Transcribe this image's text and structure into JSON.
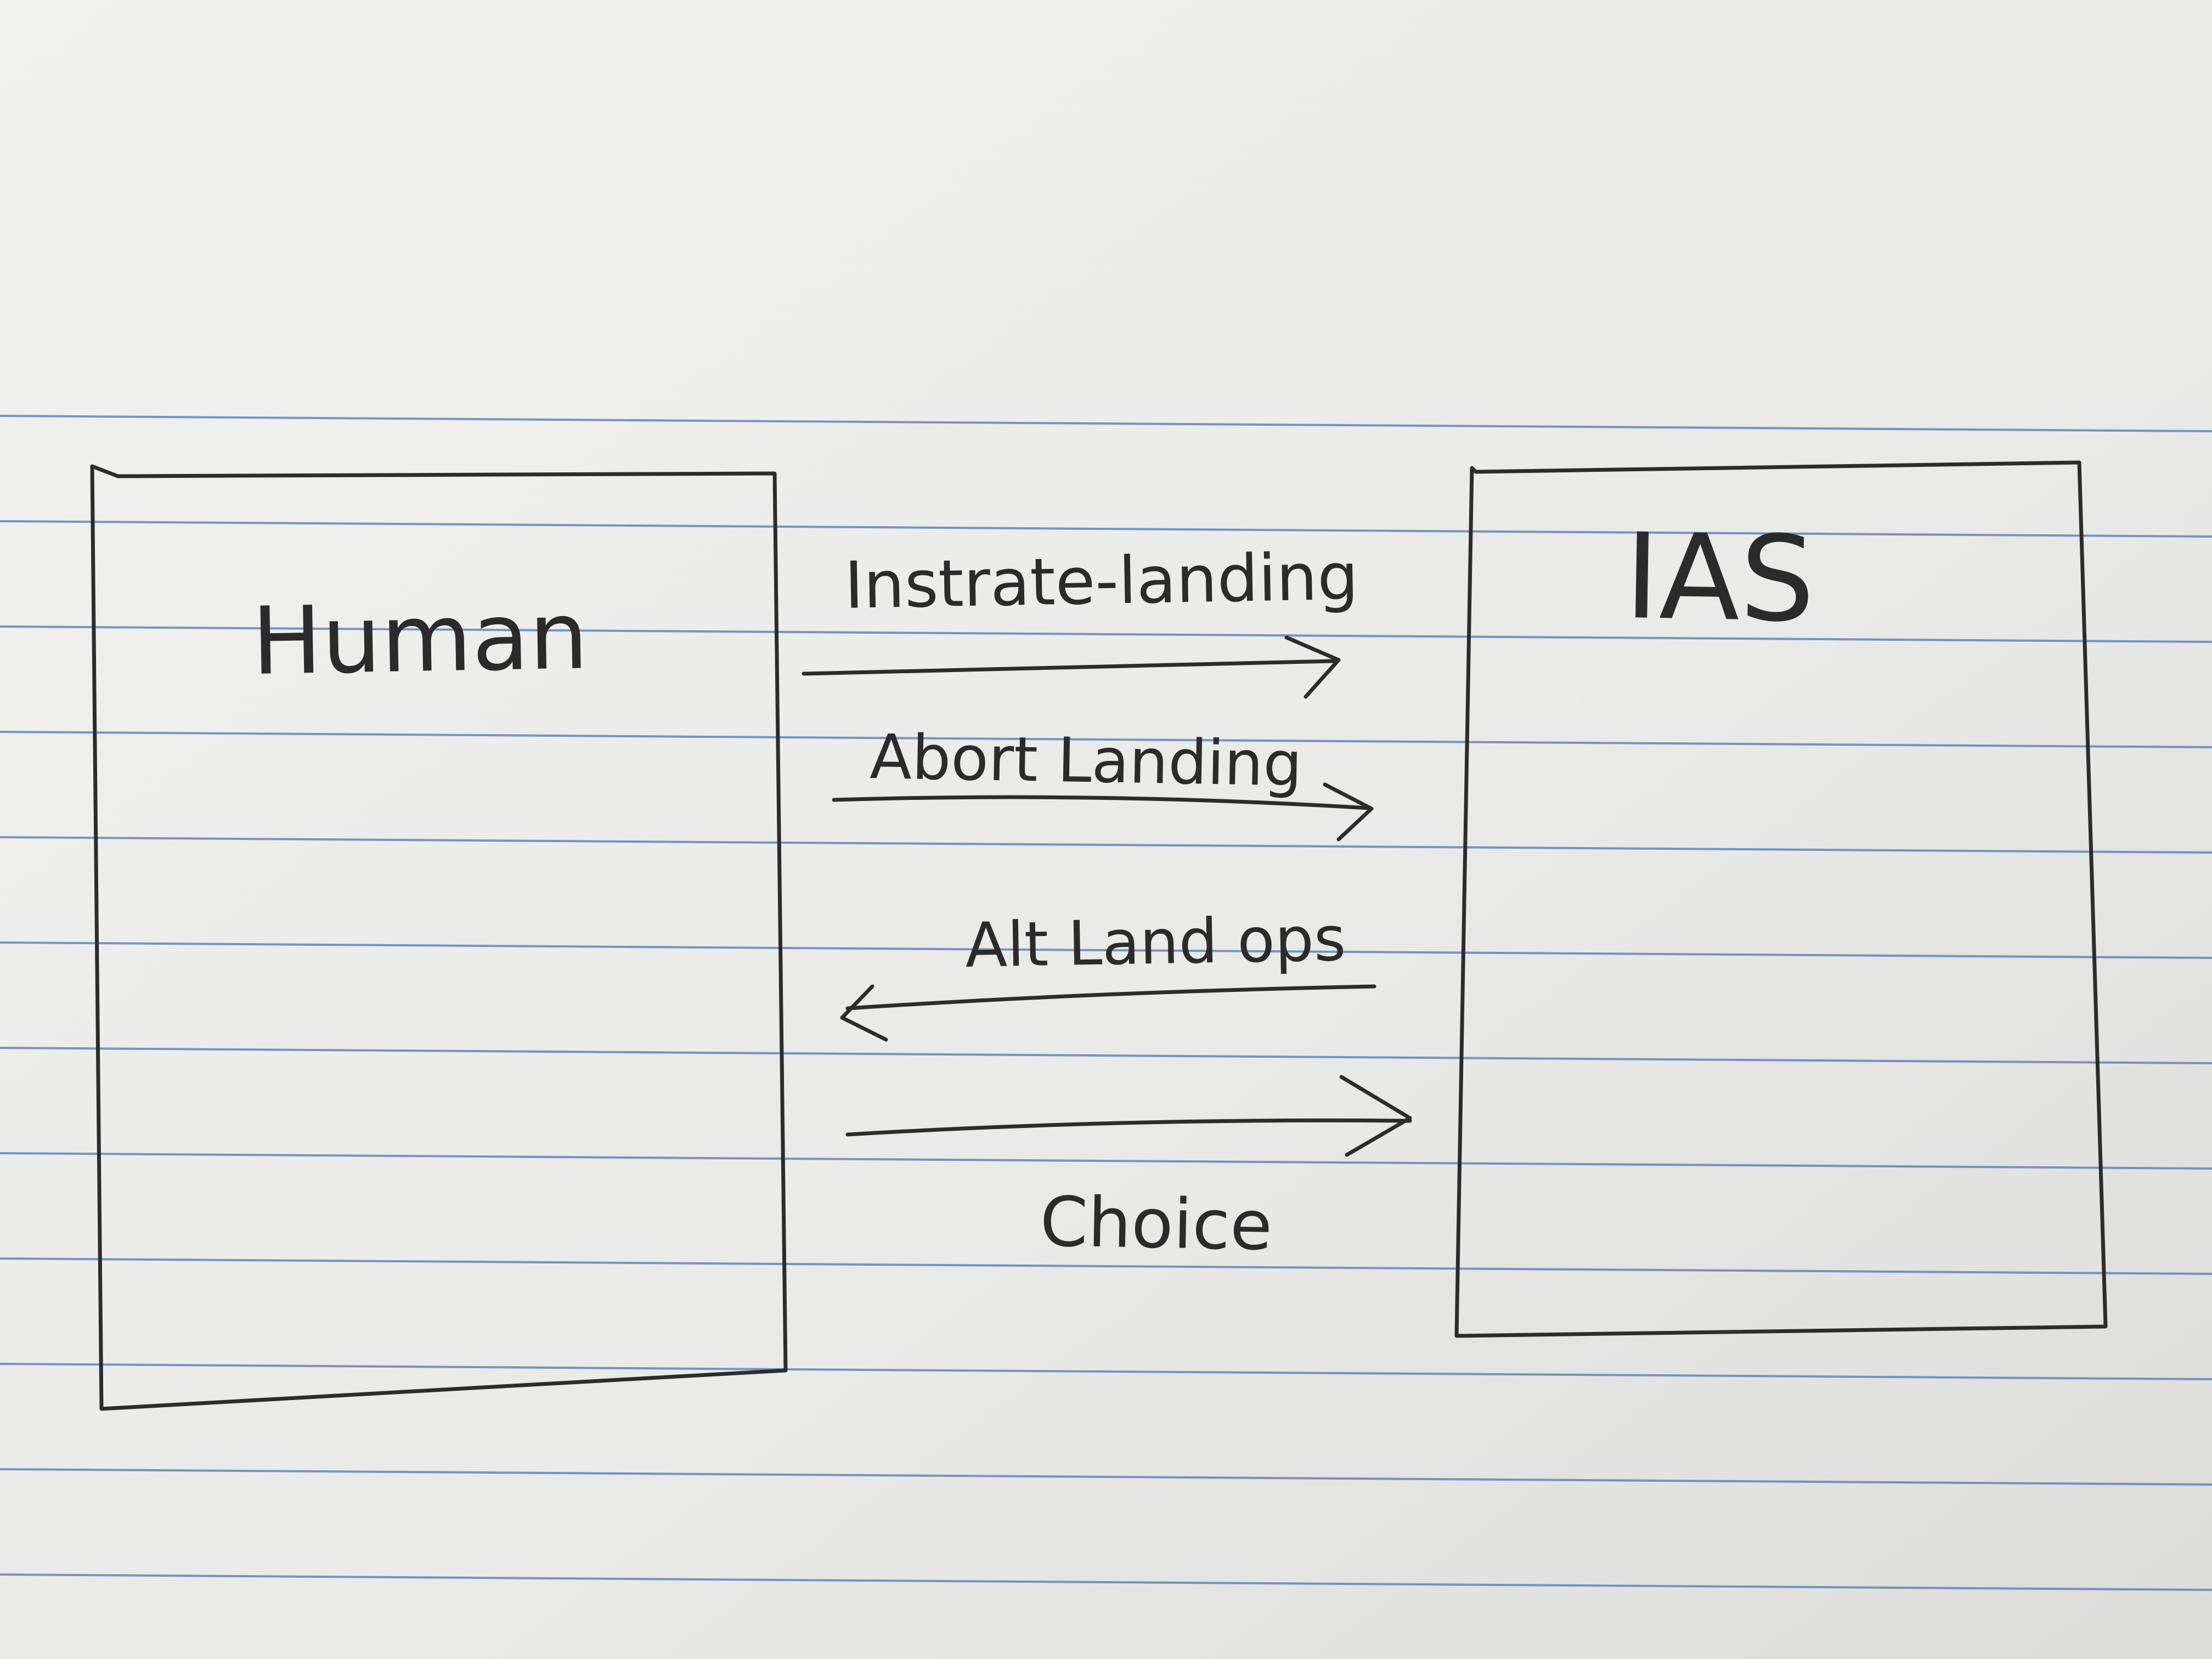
{
  "diagram": {
    "nodes": [
      {
        "id": "human",
        "label": "Human"
      },
      {
        "id": "ias",
        "label": "IAS"
      }
    ],
    "edges": [
      {
        "from": "human",
        "to": "ias",
        "label": "Instrate-landing"
      },
      {
        "from": "human",
        "to": "ias",
        "label": "Abort Landing"
      },
      {
        "from": "ias",
        "to": "human",
        "label": "Alt Land ops"
      },
      {
        "from": "human",
        "to": "ias",
        "label": "Choice"
      }
    ]
  },
  "colors": {
    "paper": "#e9e9e7",
    "ruled_line": "#5f87b8",
    "pencil": "#2c2c2c"
  }
}
